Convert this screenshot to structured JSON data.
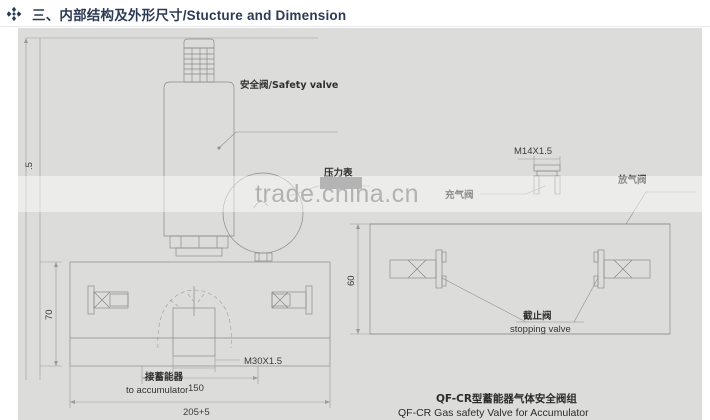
{
  "header": {
    "bullet_icon": "four-diamond-bullet-icon",
    "title": "三、内部结构及外形尺寸/Stucture and Dimension"
  },
  "drawing": {
    "background_color": "#dcdcda",
    "line_color": "#8a8a8a",
    "left_view": {
      "labels": {
        "safety_valve": "安全阀/Safety valve",
        "pressure_gauge": "压力表",
        "to_accumulator_cn": "接蓄能器",
        "to_accumulator_en": "to accumulator",
        "thread_m30": "M30X1.5"
      },
      "dimensions": {
        "height_total": ".5",
        "height_block": "70",
        "width_inner": "150",
        "width_overall": "205+5"
      }
    },
    "right_view": {
      "labels": {
        "thread_m14": "M14X1.5",
        "charge_valve": "充气阀",
        "release_valve": "放气阀",
        "stopping_valve_cn": "截止阀",
        "stopping_valve_en": "stopping valve"
      },
      "dimensions": {
        "height_block": "60"
      }
    },
    "caption": {
      "line_cn": "QF-CR型蓄能器气体安全阀组",
      "line_en": "QF-CR Gas safety Valve for Accumulator"
    }
  },
  "watermark": {
    "text": "trade.china.cn"
  }
}
